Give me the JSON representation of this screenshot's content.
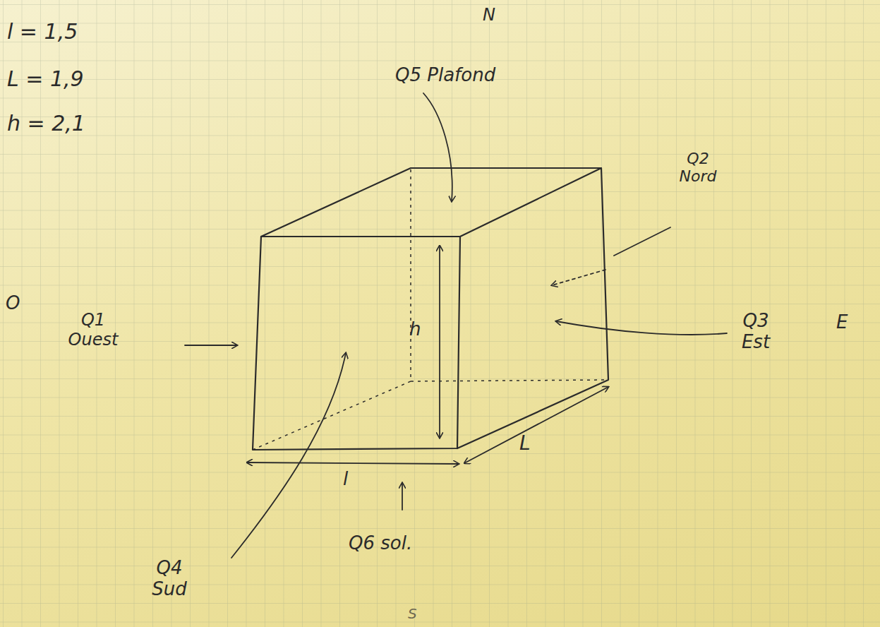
{
  "diagram": {
    "labels": [
      "l = 1,5",
      "L = 1,9",
      "h = 2,1",
      "N",
      "Q5 Plafond",
      "Q2 Nord",
      "Q3 Est",
      "E",
      "O",
      "Q1 Ouest",
      "h",
      "l",
      "L",
      "Q6 sol.",
      "Q4 Sud",
      "S"
    ]
  }
}
